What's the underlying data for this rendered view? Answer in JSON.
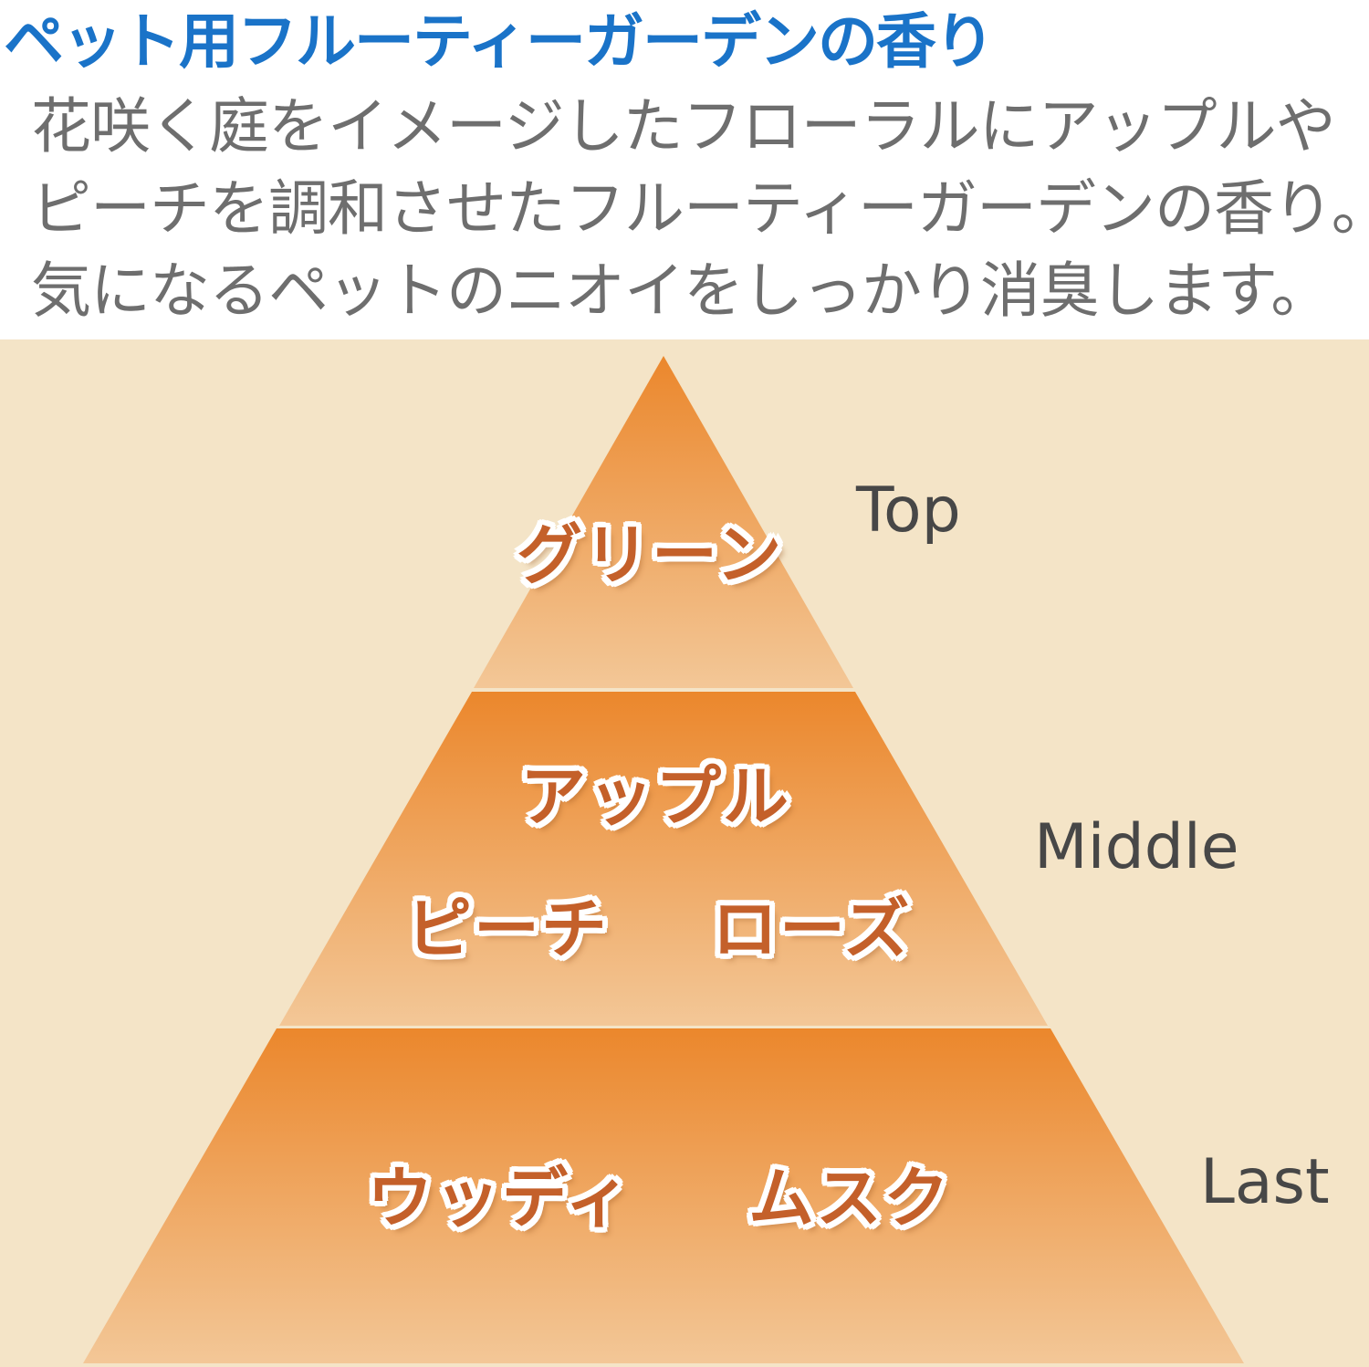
{
  "header": {
    "title": "ペット用フルーティーガーデンの香り",
    "description_lines": [
      "花咲く庭をイメージしたフローラルにアップルや",
      "ピーチを調和させたフルーティーガーデンの香り。",
      "気になるペットのニオイをしっかり消臭します。"
    ]
  },
  "pyramid": {
    "tiers": [
      {
        "label": "Top",
        "notes": [
          "グリーン"
        ]
      },
      {
        "label": "Middle",
        "notes": [
          "アップル",
          "ピーチ",
          "ローズ"
        ]
      },
      {
        "label": "Last",
        "notes": [
          "ウッディ",
          "ムスク"
        ]
      }
    ],
    "colors": {
      "background": "#f4e4c7",
      "tier_dark": "#eb872c",
      "tier_light": "#f3c797",
      "note_text": "#c4602a",
      "label_text": "#474747",
      "title": "#1a73c8",
      "description": "#6e6e6e"
    }
  }
}
